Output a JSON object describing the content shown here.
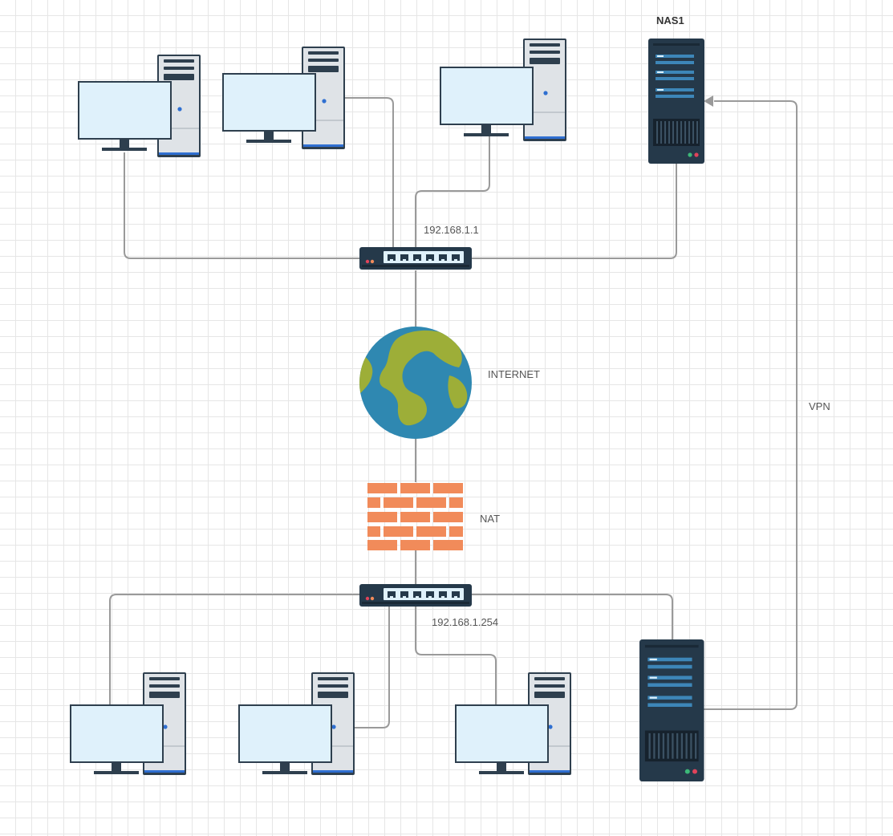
{
  "labels": {
    "nas_title": "NAS1",
    "router_top_ip": "192.168.1.1",
    "router_bottom_ip": "192.168.1.254",
    "internet": "INTERNET",
    "nat": "NAT",
    "vpn": "VPN"
  },
  "colors": {
    "monitor_screen": "#dff1fb",
    "device_dark": "#2e3f4e",
    "tower_body": "#dfe3e7",
    "server_body": "#25394a",
    "server_stripe": "#3d86b8",
    "connector": "#9a9a9a",
    "globe_ocean": "#2f88b1",
    "globe_land": "#9dae38",
    "firewall_brick": "#f18b5a"
  },
  "icons": {
    "workstation": "desktop-computer-icon",
    "server": "rack-server-icon",
    "switch": "network-switch-icon",
    "internet": "globe-icon",
    "nat": "firewall-brick-icon"
  }
}
